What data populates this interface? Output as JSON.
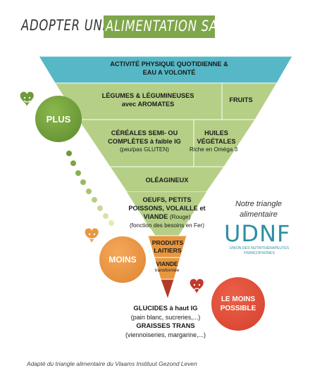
{
  "title": {
    "left": "ADOPTER UNE",
    "right": "ALIMENTATION SANTÉ"
  },
  "tiers": {
    "activite": "ACTIVITÉ PHYSIQUE QUOTIDIENNE &",
    "activite2": "EAU A VOLONTÉ",
    "legumes": "LÉGUMES & LÉGUMINEUSES",
    "legumes2": "avec AROMATES",
    "fruits": "FRUITS",
    "cereales": "CÉRÉALES SEMI- OU",
    "cereales2": "COMPLÈTES à faible IG",
    "cereales3": "(peu/pas GLUTEN)",
    "huiles": "HUILES",
    "huiles2": "VÉGÉTALES",
    "huiles3": "Riche en Oméga 3",
    "oleagineux": "OLÉAGINEUX",
    "oeufs": "OEUFS, PETITS",
    "oeufs2": "POISSONS, VOLAILLE et",
    "oeufs3": "VIANDE",
    "oeufs3b": "(Rouge)",
    "oeufs4": "(fonction des besoins en Fer)",
    "produits": "PRODUITS",
    "produits2": "LAITIERS",
    "viande": "VIANDE",
    "viande2": "transformée"
  },
  "circles": {
    "plus": "PLUS",
    "moins": "MOINS",
    "le_moins": "LE MOINS",
    "le_moins2": "POSSIBLE"
  },
  "bottom": {
    "glucides": "GLUCIDES à haut IG",
    "glucides2": "(pain blanc, sucreries,...)",
    "graisses": "GRAISSES TRANS",
    "graisses2": "(viennoiseries, margarine,...)"
  },
  "notre": {
    "line1": "Notre triangle",
    "line2": "alimentaire"
  },
  "logo": {
    "name": "UDNF",
    "sub": "UNION DES NUTRITHÉRAPEUTES FRANCOPHONES"
  },
  "footer": "Adapté du triangle alimentaire du Vlaams Instituut Gezond Leven",
  "colors": {
    "blue": "#56b8c6",
    "green_light": "#b5cf86",
    "green_dark": "#6e9a3a",
    "orange": "#e8973f",
    "red": "#dc4e3a"
  }
}
